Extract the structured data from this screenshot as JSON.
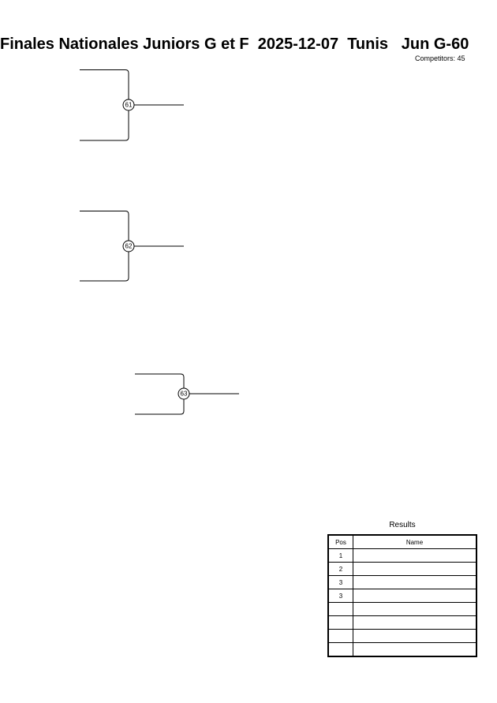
{
  "header": {
    "event": "Finales Nationales Juniors G et F",
    "date": "2025-12-07",
    "location": "Tunis",
    "category": "Jun G-60",
    "competitors_label": "Competitors: 45"
  },
  "bracket": {
    "matches": [
      {
        "number": "61"
      },
      {
        "number": "62"
      },
      {
        "number": "63"
      }
    ]
  },
  "results": {
    "title": "Results",
    "columns": {
      "pos": "Pos",
      "name": "Name"
    },
    "rows": [
      {
        "pos": "1",
        "name": ""
      },
      {
        "pos": "2",
        "name": ""
      },
      {
        "pos": "3",
        "name": ""
      },
      {
        "pos": "3",
        "name": ""
      },
      {
        "pos": "",
        "name": ""
      },
      {
        "pos": "",
        "name": ""
      },
      {
        "pos": "",
        "name": ""
      },
      {
        "pos": "",
        "name": ""
      }
    ]
  }
}
